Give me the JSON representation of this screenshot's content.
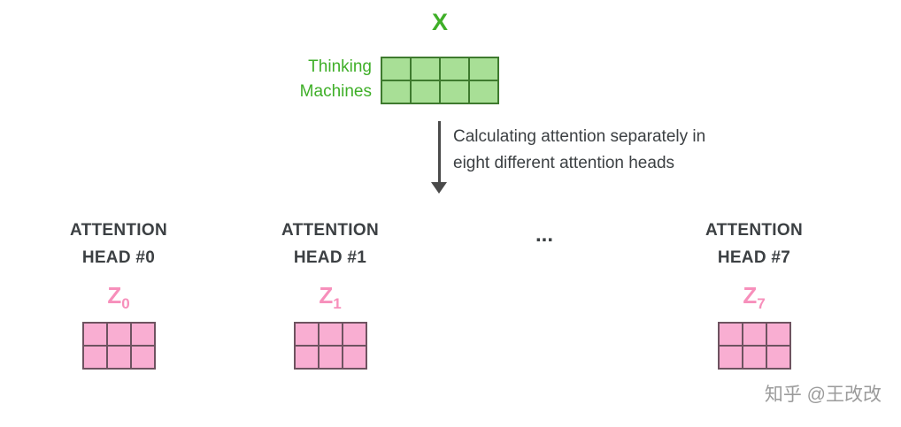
{
  "colors": {
    "green_text": "#3faf28",
    "green_fill": "#a8df96",
    "green_border": "#3e7a2e",
    "pink_text": "#f78fbb",
    "pink_fill": "#f9aed2",
    "pink_border": "#6e5360",
    "dark_text": "#3c4043",
    "arrow": "#4a4a4a",
    "watermark": "#9b9b9b"
  },
  "x_matrix": {
    "label": "X",
    "side_label_line1": "Thinking",
    "side_label_line2": "Machines",
    "rows": 2,
    "cols": 4
  },
  "arrow_caption": {
    "line1": "Calculating attention separately in",
    "line2": "eight different attention heads"
  },
  "heads": [
    {
      "title_line1": "ATTENTION",
      "title_line2": "HEAD #0",
      "z_label": "Z",
      "z_sub": "0",
      "rows": 2,
      "cols": 3
    },
    {
      "title_line1": "ATTENTION",
      "title_line2": "HEAD #1",
      "z_label": "Z",
      "z_sub": "1",
      "rows": 2,
      "cols": 3
    },
    {
      "title_line1": "ATTENTION",
      "title_line2": "HEAD #7",
      "z_label": "Z",
      "z_sub": "7",
      "rows": 2,
      "cols": 3
    }
  ],
  "ellipsis": "...",
  "watermark": "知乎 @王改改"
}
